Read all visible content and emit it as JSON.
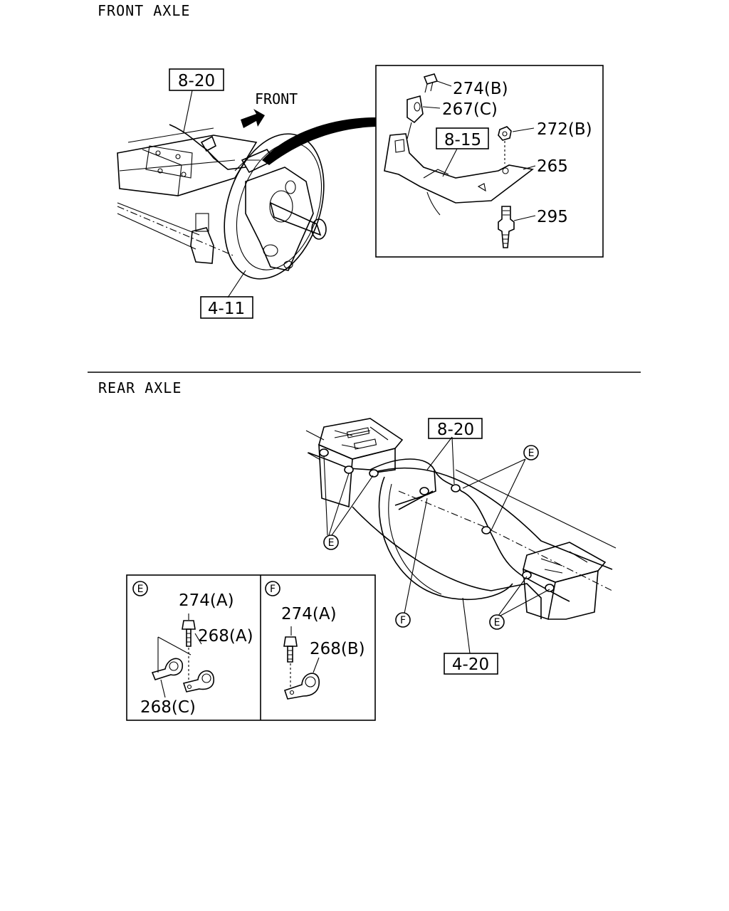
{
  "sections": {
    "front_title": "FRONT AXLE",
    "rear_title": "REAR AXLE"
  },
  "front": {
    "direction_label": "FRONT",
    "ref_8_20": "8-20",
    "ref_4_11": "4-11",
    "detail": {
      "ref_8_15": "8-15",
      "part_274b": "274(B)",
      "part_267c": "267(C)",
      "part_272b": "272(B)",
      "part_265": "265",
      "part_295": "295"
    }
  },
  "rear": {
    "ref_8_20": "8-20",
    "ref_4_20": "4-20",
    "callout_e": "E",
    "callout_f": "F",
    "detail_e": {
      "marker": "E",
      "part_274a": "274(A)",
      "part_268a": "268(A)",
      "part_268c": "268(C)"
    },
    "detail_f": {
      "marker": "F",
      "part_274a": "274(A)",
      "part_268b": "268(B)"
    }
  }
}
